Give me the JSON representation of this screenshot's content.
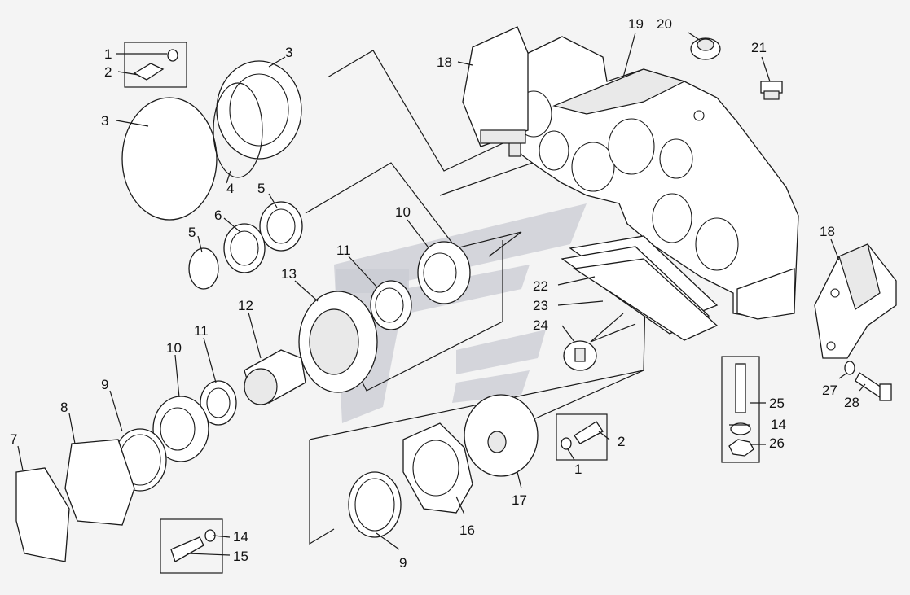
{
  "callouts": [
    {
      "label": "1"
    },
    {
      "label": "2"
    },
    {
      "label": "3"
    },
    {
      "label": "3"
    },
    {
      "label": "4"
    },
    {
      "label": "5"
    },
    {
      "label": "5"
    },
    {
      "label": "6"
    },
    {
      "label": "7"
    },
    {
      "label": "8"
    },
    {
      "label": "9"
    },
    {
      "label": "9"
    },
    {
      "label": "10"
    },
    {
      "label": "10"
    },
    {
      "label": "11"
    },
    {
      "label": "11"
    },
    {
      "label": "12"
    },
    {
      "label": "13"
    },
    {
      "label": "14"
    },
    {
      "label": "14"
    },
    {
      "label": "15"
    },
    {
      "label": "16"
    },
    {
      "label": "17"
    },
    {
      "label": "2"
    },
    {
      "label": "1"
    },
    {
      "label": "18"
    },
    {
      "label": "18"
    },
    {
      "label": "19"
    },
    {
      "label": "20"
    },
    {
      "label": "21"
    },
    {
      "label": "22"
    },
    {
      "label": "23"
    },
    {
      "label": "24"
    },
    {
      "label": "25"
    },
    {
      "label": "26"
    },
    {
      "label": "27"
    },
    {
      "label": "28"
    }
  ],
  "colors": {
    "line": "#1a1a1a",
    "watermark": "#c9cbd3",
    "background": "#f4f4f4"
  }
}
